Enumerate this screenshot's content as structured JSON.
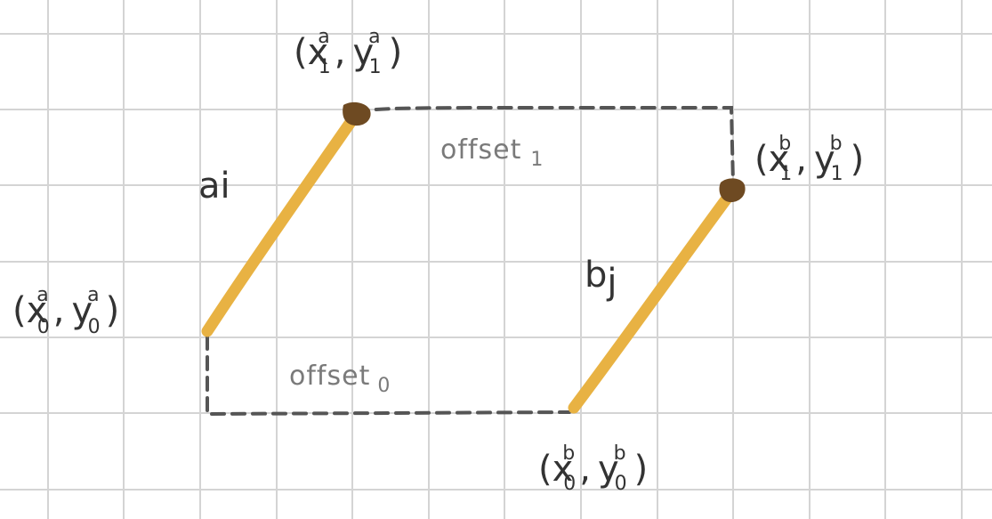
{
  "colors": {
    "grid": "#d4d4d4",
    "segment": "#e8b243",
    "endpoint": "#6e4a22",
    "dashed": "#555555",
    "text": "#333333",
    "offset_text": "#7a7a7a"
  },
  "segments": {
    "a": {
      "name": "a",
      "index": "i"
    },
    "b": {
      "name": "b",
      "index": "j"
    }
  },
  "points": {
    "a0": {
      "x": "x",
      "y": "y",
      "seg": "a",
      "k": "0"
    },
    "a1": {
      "x": "x",
      "y": "y",
      "seg": "a",
      "k": "1"
    },
    "b0": {
      "x": "x",
      "y": "y",
      "seg": "b",
      "k": "0"
    },
    "b1": {
      "x": "x",
      "y": "y",
      "seg": "b",
      "k": "1"
    }
  },
  "offsets": {
    "o0": {
      "text": "offset",
      "sub": "0"
    },
    "o1": {
      "text": "offset",
      "sub": "1"
    }
  }
}
